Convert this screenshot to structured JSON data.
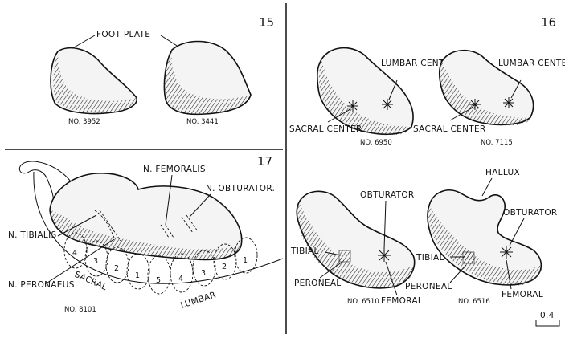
{
  "panels": {
    "p15": {
      "number": "15",
      "foot_plate": "FOOT PLATE",
      "specimens": [
        "NO. 3952",
        "NO. 3441"
      ]
    },
    "p16": {
      "number": "16",
      "lumbar_center": "LUMBAR CENTER",
      "sacral_center": "SACRAL CENTER",
      "specimens": [
        "NO. 6950",
        "NO. 7115"
      ]
    },
    "p17": {
      "number": "17",
      "n_femoralis": "N. FEMORALIS",
      "n_obturator": "N. OBTURATOR.",
      "n_tibialis": "N. TIBIALIS",
      "n_peronaeus": "N. PERONAEUS",
      "sacral": "SACRAL",
      "lumbar": "LUMBAR",
      "dermatome_digits": [
        "4",
        "3",
        "2",
        "1",
        "5",
        "4",
        "3",
        "2",
        "1"
      ],
      "specimen": "NO. 8101"
    },
    "p18": {
      "hallux": "HALLUX",
      "obturator": "OBTURATOR",
      "tibial": "TIBIAL",
      "peroneal": "PERONEAL",
      "femoral": "FEMORAL",
      "specimens": [
        "NO. 6510",
        "NO. 6516"
      ]
    }
  },
  "scale_bar": "0.4"
}
